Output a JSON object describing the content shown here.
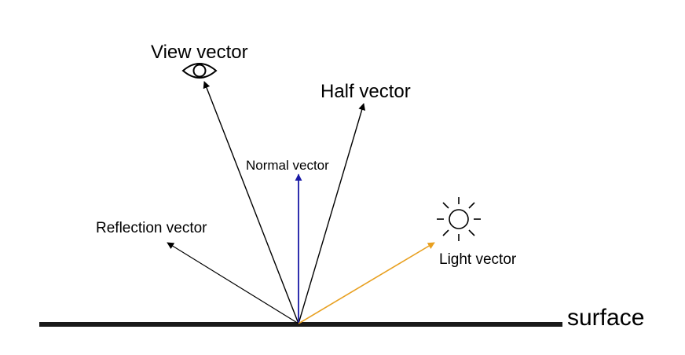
{
  "labels": {
    "view": "View vector",
    "half": "Half vector",
    "normal": "Normal vector",
    "reflection": "Reflection vector",
    "light": "Light vector",
    "surface": "surface"
  },
  "colors": {
    "ink": "#000000",
    "surface": "#1a1a1a",
    "normal": "#1a1aa6",
    "light": "#e8a020"
  },
  "icons": {
    "view": "eye-icon",
    "light": "sun-icon"
  }
}
